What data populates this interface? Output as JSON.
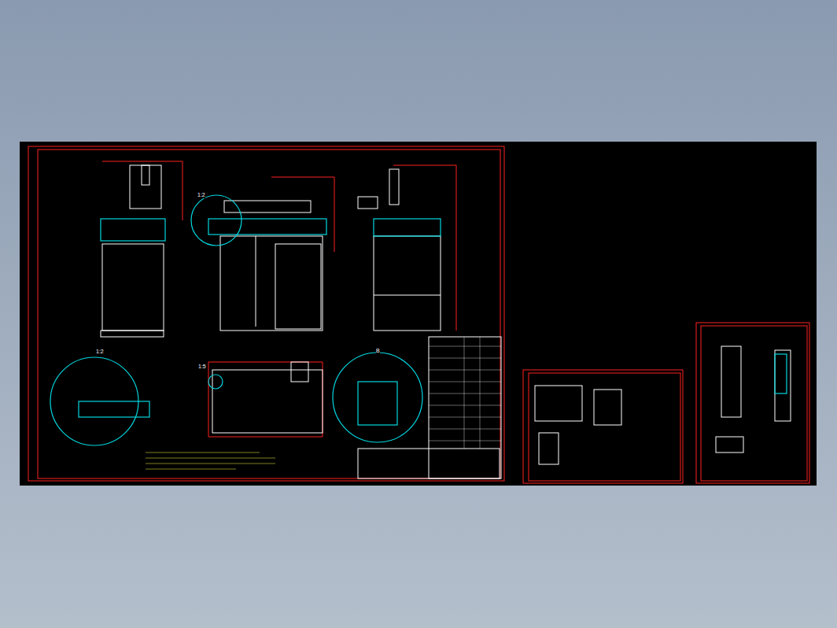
{
  "diagram": {
    "labels": [
      "1:2",
      "1:2",
      "1:5",
      "B"
    ]
  }
}
